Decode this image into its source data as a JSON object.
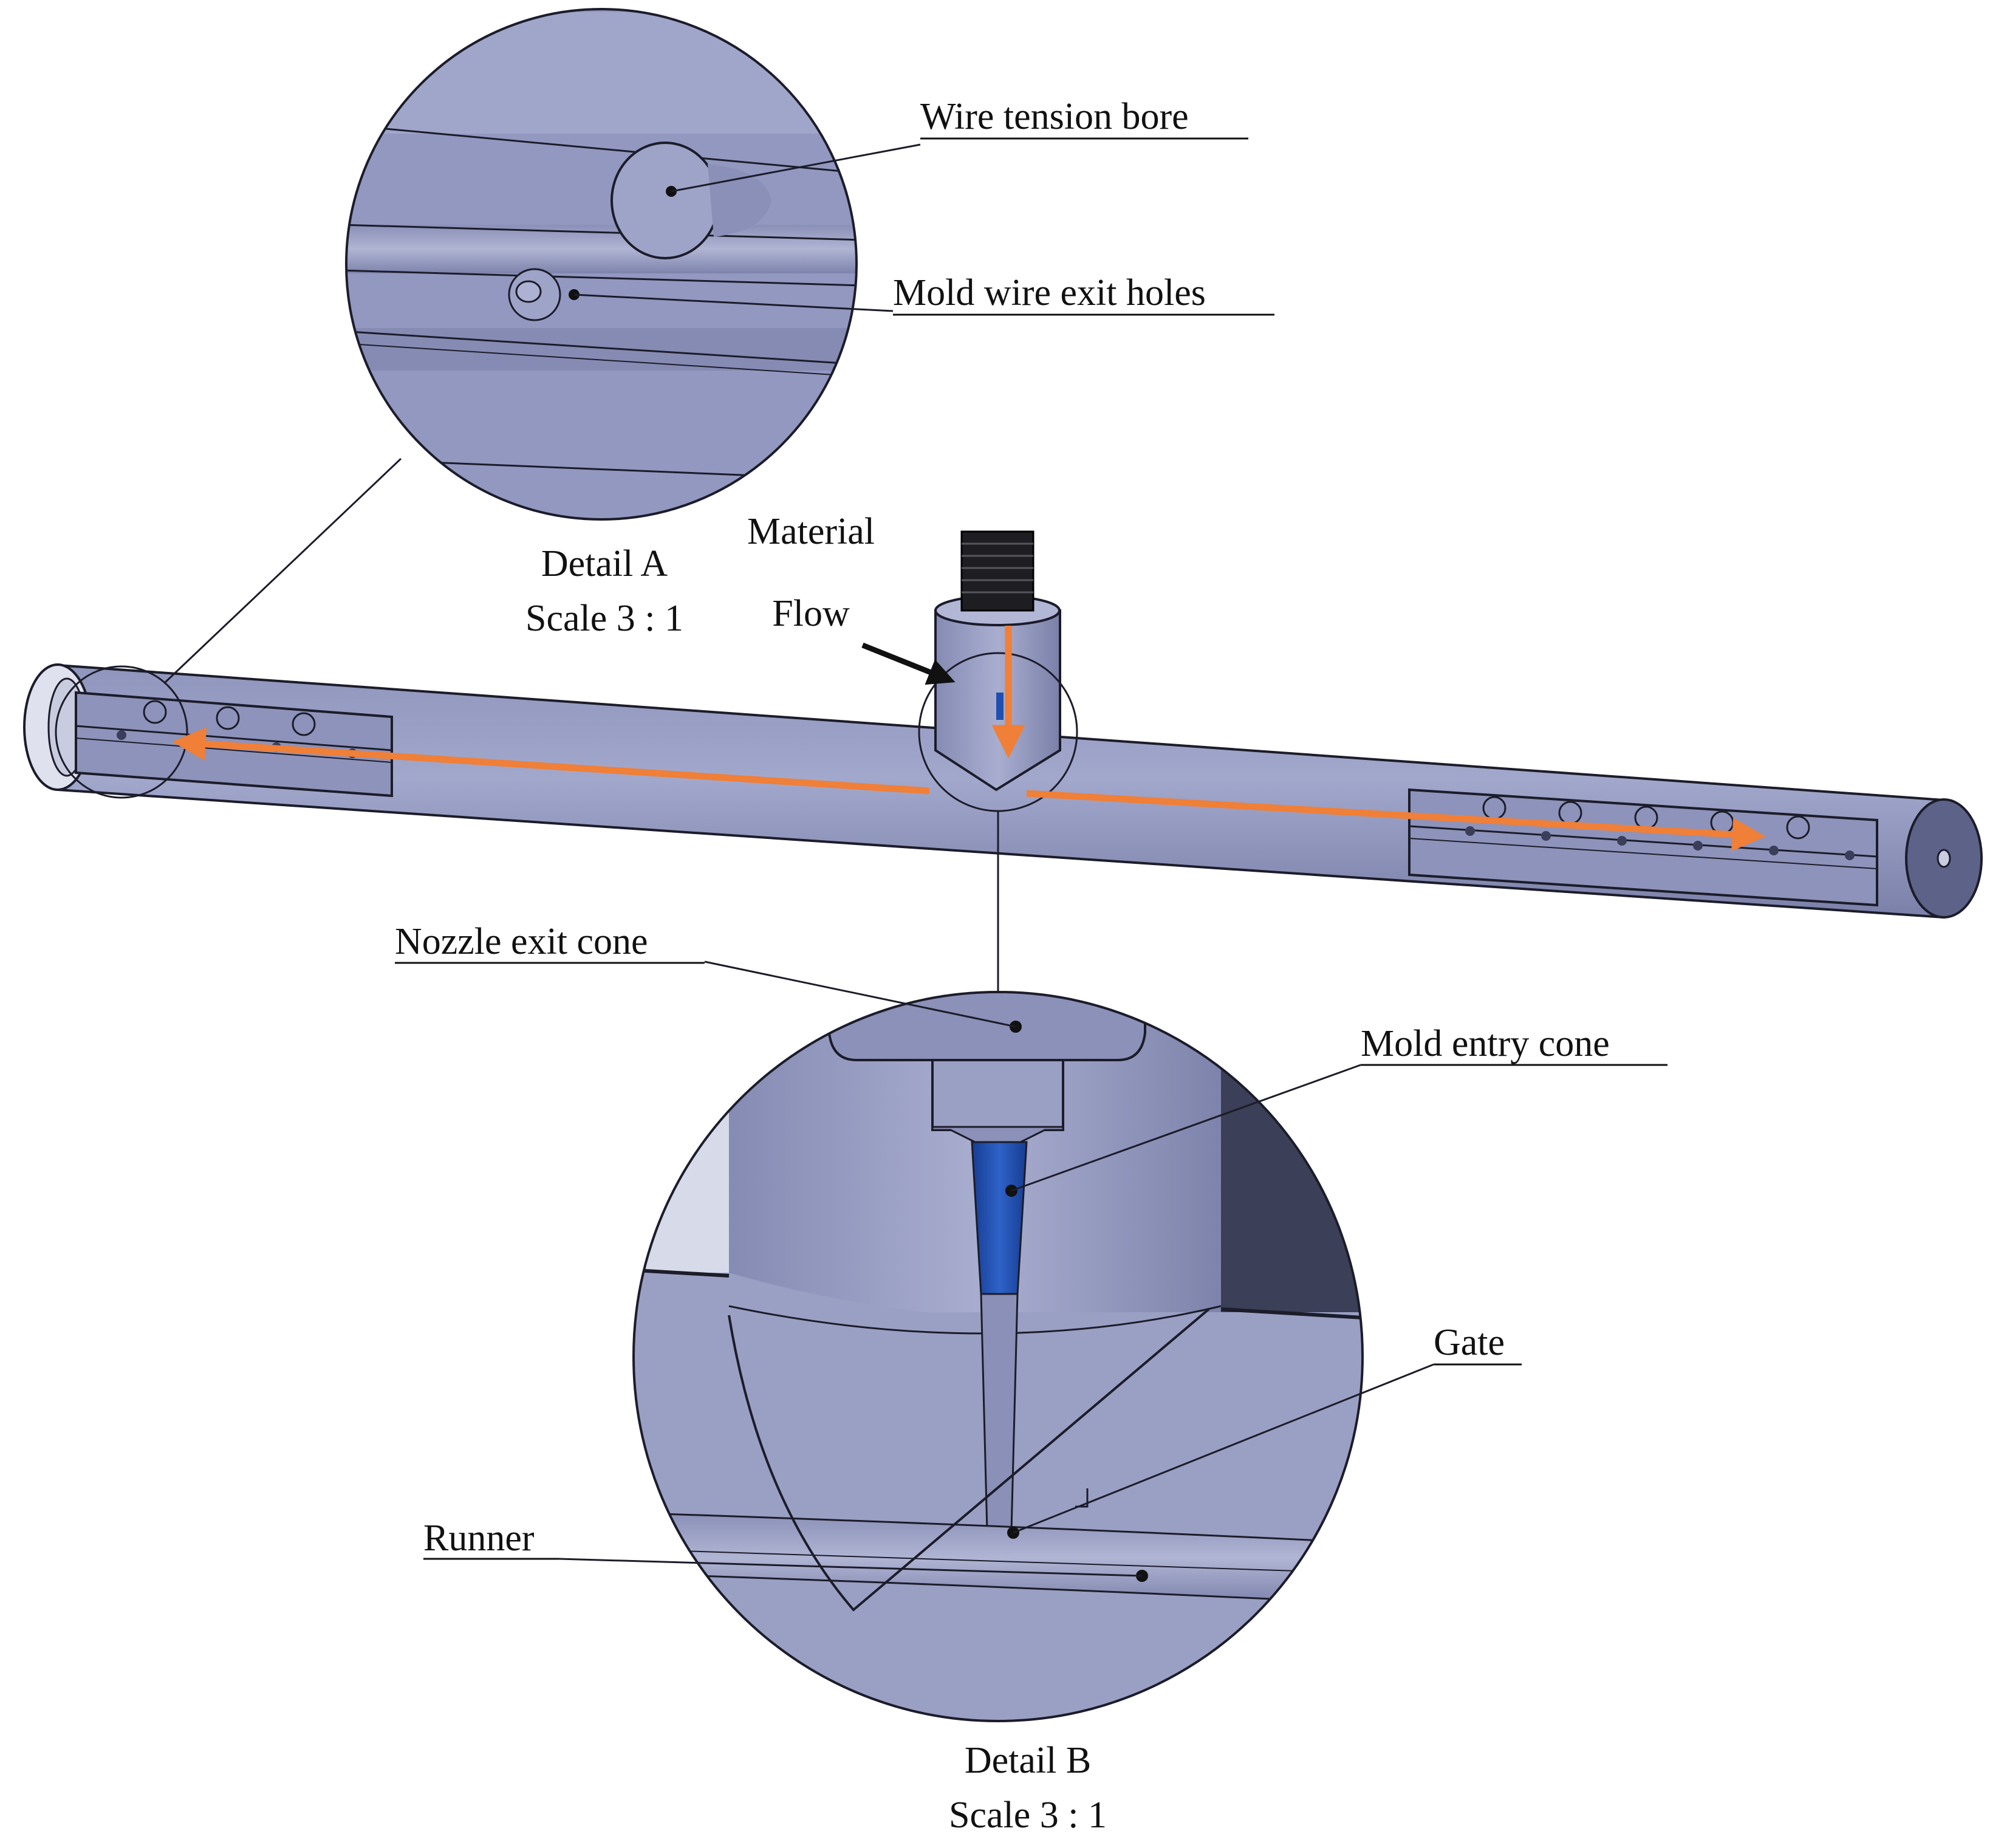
{
  "colors": {
    "body_fill": "#9aa0c4",
    "body_shade": "#7d83ab",
    "body_dark": "#5d6288",
    "outline": "#1c1c2a",
    "flow_arrow": "#f07f37",
    "entry_cone": "#1f4fb0",
    "thread": "#1e1e22",
    "pointer_arrow": "#111111"
  },
  "labels": {
    "wire_tension_bore": "Wire tension bore",
    "mold_wire_exit_holes": "Mold wire exit holes",
    "material": "Material",
    "flow": "Flow",
    "detail_a_title": "Detail A",
    "detail_a_scale": "Scale 3 : 1",
    "nozzle_exit_cone": "Nozzle exit cone",
    "mold_entry_cone": "Mold entry cone",
    "gate": "Gate",
    "runner": "Runner",
    "detail_b_title": "Detail B",
    "detail_b_scale": "Scale 3 : 1"
  },
  "icons": {
    "flow_direction": "orange-arrow-icon",
    "material_entry": "black-pointer-arrow-icon"
  }
}
